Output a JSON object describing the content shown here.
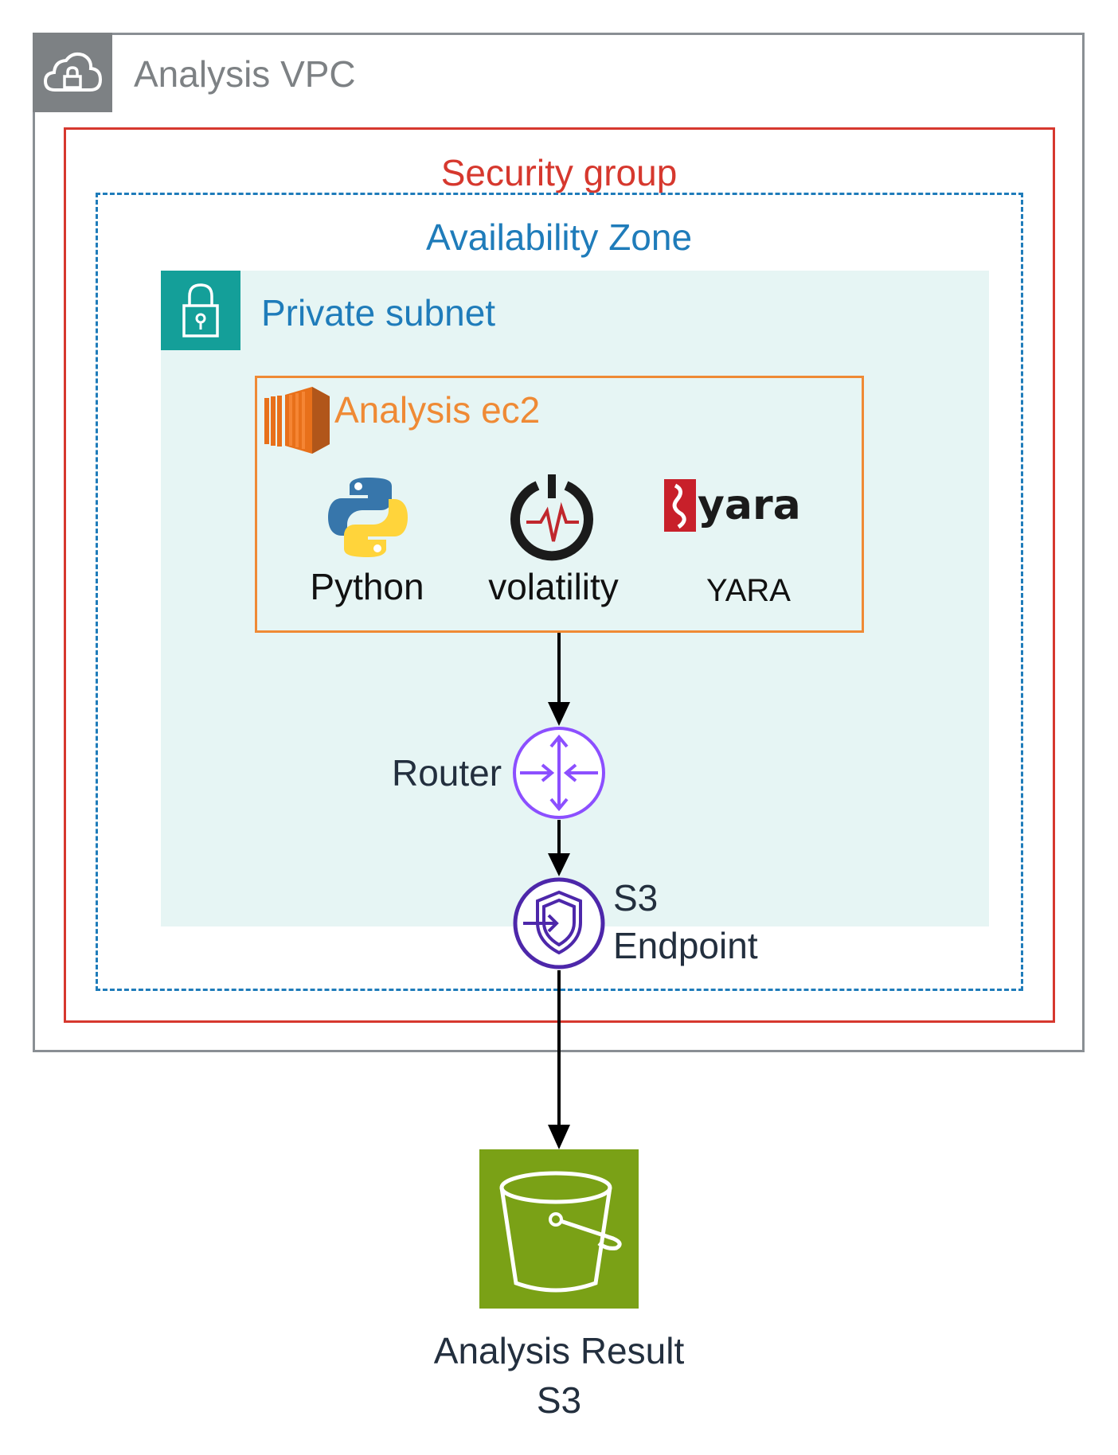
{
  "vpc": {
    "title": "Analysis VPC",
    "icon": "cloud-lock-icon",
    "color": "#7d8184"
  },
  "security_group": {
    "title": "Security group",
    "color": "#d6382e"
  },
  "availability_zone": {
    "title": "Availability Zone",
    "color": "#1f7cba"
  },
  "private_subnet": {
    "title": "Private subnet",
    "icon": "padlock-icon",
    "color": "#149f99",
    "fill": "#e6f5f4"
  },
  "ec2": {
    "title": "Analysis ec2",
    "icon": "ec2-instance-icon",
    "color": "#ef8a35",
    "tools": [
      {
        "label": "Python",
        "icon": "python-logo-icon"
      },
      {
        "label": "volatility",
        "icon": "volatility-logo-icon"
      },
      {
        "label": "YARA",
        "icon": "yara-logo-icon",
        "logo_text": "yara"
      }
    ]
  },
  "router": {
    "label": "Router",
    "icon": "router-icon",
    "color": "#8c4fff"
  },
  "s3_endpoint": {
    "label_line1": "S3",
    "label_line2": "Endpoint",
    "icon": "endpoint-icon",
    "color": "#4d27aa"
  },
  "s3_bucket": {
    "label_line1": "Analysis Result",
    "label_line2": "S3",
    "icon": "bucket-icon",
    "color": "#7aa116"
  }
}
